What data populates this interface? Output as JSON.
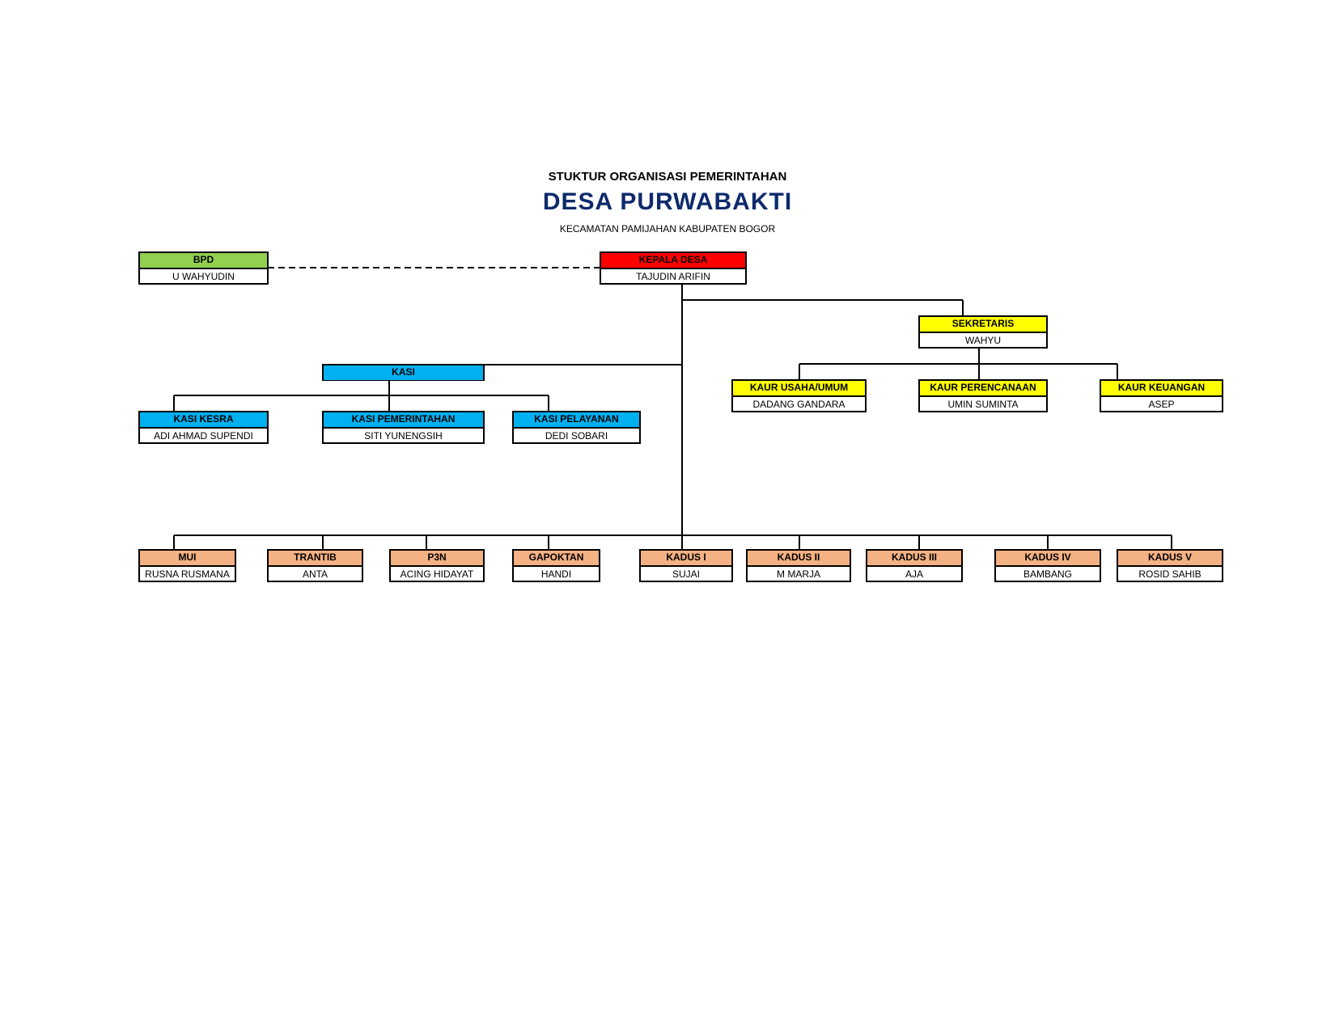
{
  "header": {
    "top": "STUKTUR ORGANISASI PEMERINTAHAN",
    "main": "DESA PURWABAKTI",
    "sub": "KECAMATAN PAMIJAHAN KABUPATEN BOGOR"
  },
  "colors": {
    "bpd": "#92d050",
    "kepala": "#ff0000",
    "sekretariat": "#ffff00",
    "kasi": "#00b0f0",
    "lembaga": "#f4b183",
    "title": "#0d2a6b"
  },
  "nodes": {
    "bpd": {
      "role": "BPD",
      "person": "U WAHYUDIN"
    },
    "kepala_desa": {
      "role": "KEPALA DESA",
      "person": "TAJUDIN ARIFIN"
    },
    "sekretaris": {
      "role": "SEKRETARIS",
      "person": "WAHYU"
    },
    "kaur_umum": {
      "role": "KAUR USAHA/UMUM",
      "person": "DADANG GANDARA"
    },
    "kaur_perencanaan": {
      "role": "KAUR PERENCANAAN",
      "person": "UMIN SUMINTA"
    },
    "kaur_keuangan": {
      "role": "KAUR KEUANGAN",
      "person": "ASEP"
    },
    "kasi": {
      "role": "KASI"
    },
    "kasi_kesra": {
      "role": "KASI KESRA",
      "person": "ADI AHMAD SUPENDI"
    },
    "kasi_pemerintahan": {
      "role": "KASI PEMERINTAHAN",
      "person": "SITI YUNENGSIH"
    },
    "kasi_pelayanan": {
      "role": "KASI PELAYANAN",
      "person": "DEDI SOBARI"
    },
    "mui": {
      "role": "MUI",
      "person": "RUSNA RUSMANA"
    },
    "trantib": {
      "role": "TRANTIB",
      "person": "ANTA"
    },
    "p3n": {
      "role": "P3N",
      "person": "ACING HIDAYAT"
    },
    "gapoktan": {
      "role": "GAPOKTAN",
      "person": "HANDI"
    },
    "kadus1": {
      "role": "KADUS I",
      "person": "SUJAI"
    },
    "kadus2": {
      "role": "KADUS II",
      "person": "M MARJA"
    },
    "kadus3": {
      "role": "KADUS III",
      "person": "AJA"
    },
    "kadus4": {
      "role": "KADUS IV",
      "person": "BAMBANG"
    },
    "kadus5": {
      "role": "KADUS V",
      "person": "ROSID SAHIB"
    }
  }
}
